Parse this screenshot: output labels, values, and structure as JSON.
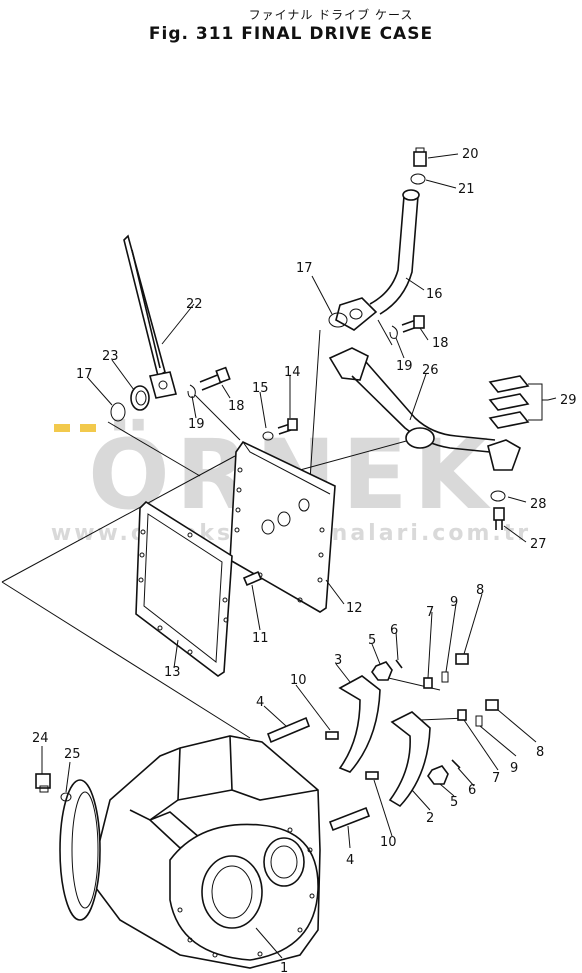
{
  "title_jp": "ファイナル ドライブ ケース",
  "title_en": "Fig. 311 FINAL DRIVE CASE",
  "watermark": {
    "brand": "ÖRNEK",
    "url": "www.orneksismakinalari.com.tr",
    "accent_color": "#f2c94c"
  },
  "callouts": {
    "c1": "1",
    "c2": "2",
    "c3": "3",
    "c4a": "4",
    "c4b": "4",
    "c5a": "5",
    "c5b": "5",
    "c6a": "6",
    "c6b": "6",
    "c7a": "7",
    "c7b": "7",
    "c8a": "8",
    "c8b": "8",
    "c9a": "9",
    "c9b": "9",
    "c10a": "10",
    "c10b": "10",
    "c11": "11",
    "c12": "12",
    "c13": "13",
    "c14": "14",
    "c15": "15",
    "c16": "16",
    "c17a": "17",
    "c17b": "17",
    "c18a": "18",
    "c18b": "18",
    "c19a": "19",
    "c19b": "19",
    "c20": "20",
    "c21": "21",
    "c22": "22",
    "c23": "23",
    "c24": "24",
    "c25": "25",
    "c26": "26",
    "c27": "27",
    "c28": "28",
    "c29": "29"
  }
}
